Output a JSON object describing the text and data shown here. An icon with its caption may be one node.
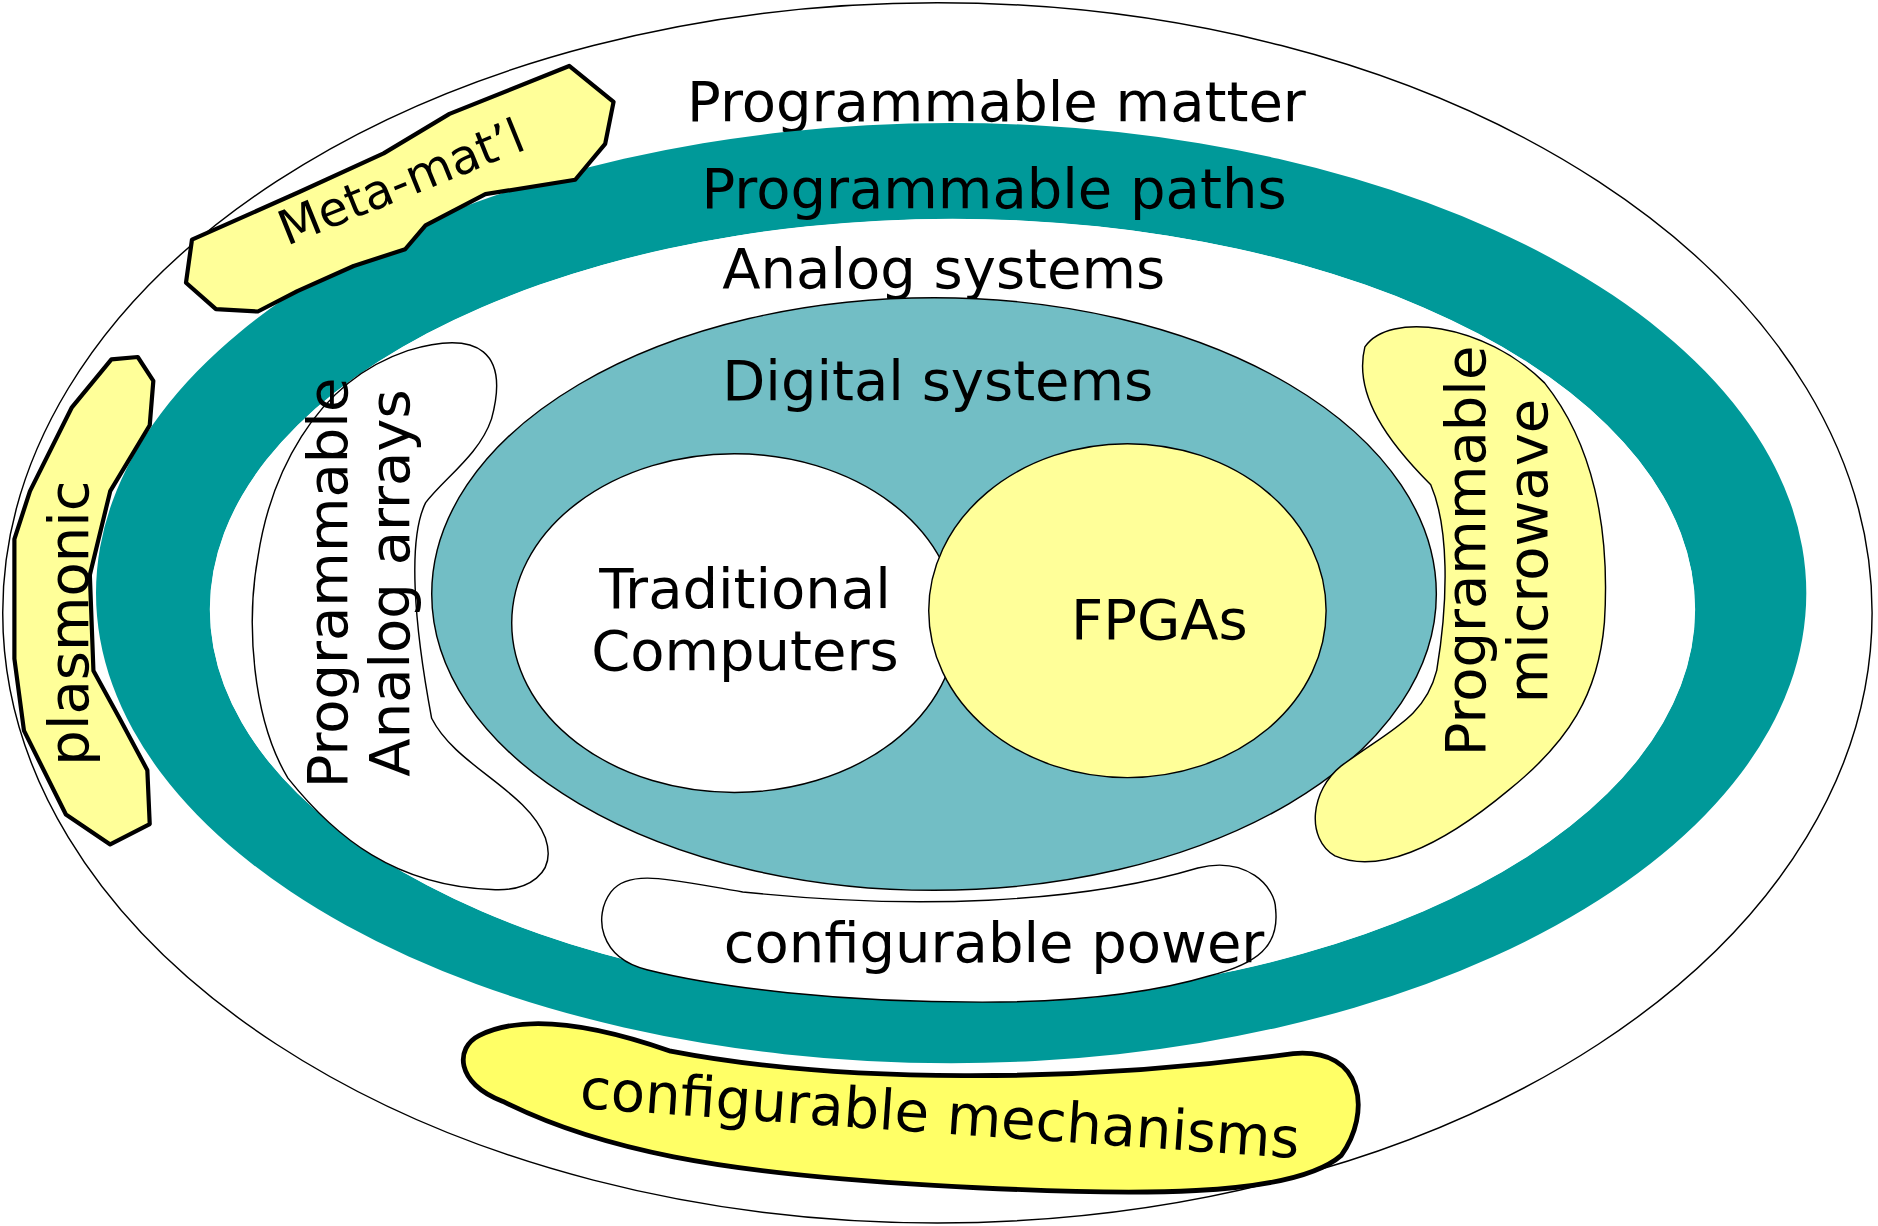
{
  "diagram": {
    "nodes": [
      {
        "text": [
          "Programmable matter"
        ]
      },
      {
        "text": [
          "Programmable paths"
        ],
        "in": 0
      },
      {
        "text": [
          "Analog systems"
        ],
        "in": 1
      },
      {
        "text": [
          "Digital systems"
        ],
        "in": 2
      },
      {
        "text": [
          "Traditional Computers"
        ],
        "in": 3
      },
      {
        "text": [
          "FPGAs"
        ],
        "in": 3
      },
      {
        "text": [
          "Programmable Analog arrays"
        ],
        "in": 2
      },
      {
        "text": [
          "Programmable microwave"
        ],
        "in": 2
      },
      {
        "text": [
          "configurable power"
        ],
        "in": 2
      },
      {
        "text": [
          "Meta-mat’l"
        ],
        "in": 0
      },
      {
        "text": [
          "plasmonic"
        ],
        "in": 0
      },
      {
        "text": [
          "configurable mechanisms"
        ],
        "in": 0
      }
    ]
  }
}
